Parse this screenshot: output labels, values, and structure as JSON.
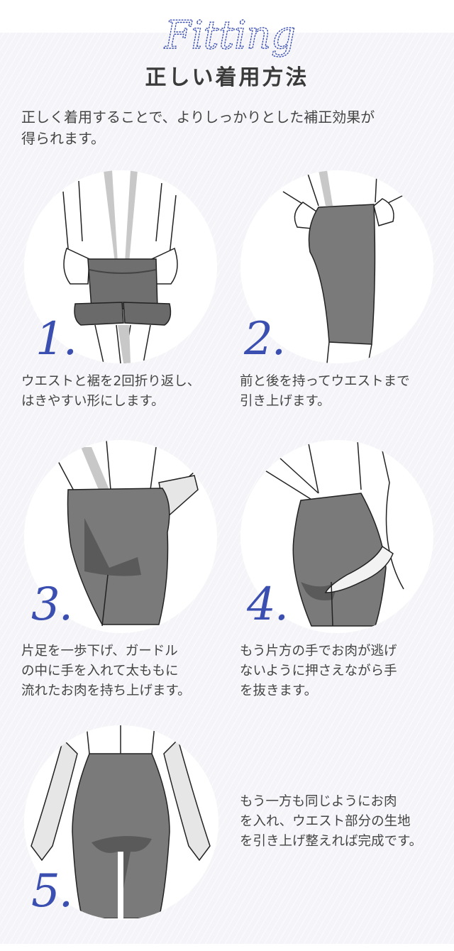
{
  "header": {
    "script_title": "Fitting",
    "title": "正しい着用方法"
  },
  "intro": {
    "text": "正しく着用することで、よりしっかりとした補正効果が\n得られます。"
  },
  "steps": [
    {
      "number": "1.",
      "text": "ウエストと裾を2回折り返し、\nはきやすい形にします。",
      "illustration": "folded-girdle-illustration"
    },
    {
      "number": "2.",
      "text": "前と後を持ってウエストまで\n引き上げます。",
      "illustration": "pulling-up-illustration"
    },
    {
      "number": "3.",
      "text": "片足を一歩下げ、ガードル\nの中に手を入れて太ももに\n流れたお肉を持ち上げます。",
      "illustration": "lifting-flesh-illustration"
    },
    {
      "number": "4.",
      "text": "もう片方の手でお肉が逃げ\nないように押さえながら手\nを抜きます。",
      "illustration": "holding-flesh-illustration"
    },
    {
      "number": "5.",
      "text": "もう一方も同じようにお肉\nを入れ、ウエスト部分の生地\nを引き上げ整えれば完成です。",
      "illustration": "completed-fit-illustration"
    }
  ],
  "colors": {
    "accent": "#3b4fb0",
    "background": "#f5f5f9",
    "garment": "#7a7a7a",
    "text": "#444444"
  }
}
